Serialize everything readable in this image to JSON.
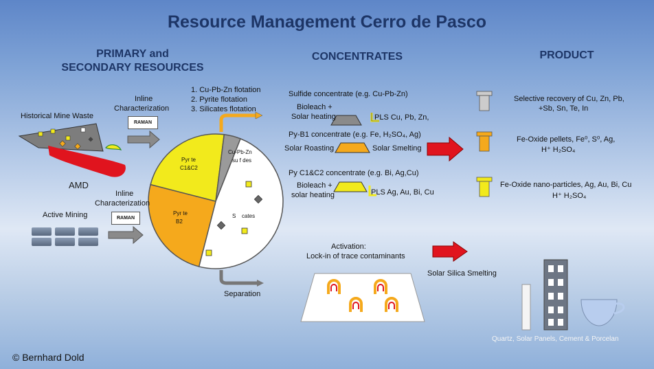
{
  "title": "Resource Management Cerro de Pasco",
  "headers": {
    "primary_line1": "PRIMARY and",
    "primary_line2": "SECONDARY RESOURCES",
    "concentrates": "CONCENTRATES",
    "product": "PRODUCT"
  },
  "left": {
    "historical": "Historical Mine Waste",
    "amd": "AMD",
    "active": "Active Mining",
    "inline1_line1": "Inline",
    "inline1_line2": "Characterization",
    "inline2_line1": "Inline",
    "inline2_line2": "Characterization",
    "raman1": "RAMAN",
    "raman2": "RAMAN"
  },
  "flotation": {
    "step1": "1. Cu-Pb-Zn flotation",
    "step2": "2. Pyrite flotation",
    "step3": "3. Silicates flotation"
  },
  "pie": {
    "slices": [
      {
        "label_line1": "Pyr te",
        "label_line2": "C1&C2",
        "color": "#f2ea1c",
        "fraction": 0.23
      },
      {
        "label_line1": "Cu-Pb-Zn",
        "label_line2": "su f des",
        "color": "#9a9a9a",
        "fraction": 0.04
      },
      {
        "label_line1": "S",
        "label_line2": "cates",
        "color": "#ffffff",
        "fraction": 0.48
      },
      {
        "label_line1": "Pyr te",
        "label_line2": "B2",
        "color": "#f5a91c",
        "fraction": 0.25
      }
    ],
    "separation": "Separation"
  },
  "concentrates": {
    "sulfide": {
      "heading": "Sulfide concentrate (e.g. Cu-Pb-Zn)",
      "process_line1": "Bioleach +",
      "process_line2": "Solar heating",
      "result": "PLS Cu, Pb, Zn,"
    },
    "pyb1": {
      "heading": "Py-B1 concentrate (e.g. Fe, H₂SO₄, Ag)",
      "process": "Solar Roasting",
      "result": "Solar Smelting"
    },
    "pyc": {
      "heading": "Py C1&C2 concentrate (e.g. Bi, Ag,Cu)",
      "process_line1": "Bioleach +",
      "process_line2": "solar heating",
      "result": "PLS Ag, Au, Bi, Cu"
    }
  },
  "products": {
    "p1_line1": "Selective recovery of Cu, Zn, Pb,",
    "p1_line2": "+Sb, Sn, Te, In",
    "p2_line1": "Fe-Oxide pellets, Fe⁰, S⁰, Ag,",
    "p2_line2": "H⁺  H₂SO₄",
    "p3_line1": "Fe-Oxide nano-particles, Ag, Au, Bi, Cu",
    "p3_line2": "H⁺  H₂SO₄"
  },
  "activation": {
    "line1": "Activation:",
    "line2": "Lock-in of trace contaminants",
    "smelting": "Solar Silica Smelting",
    "final": "Quartz, Solar Panels, Cement & Porcelan"
  },
  "credit": "© Bernhard Dold",
  "colors": {
    "title": "#1d3566",
    "red_arrow": "#e0141e",
    "orange": "#f5a91c",
    "yellow": "#f2ea1c",
    "grey": "#9a9a9a"
  }
}
